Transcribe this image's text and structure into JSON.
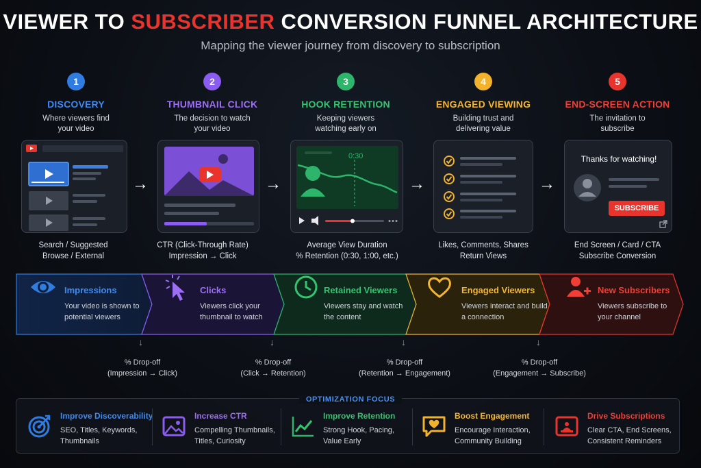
{
  "header": {
    "title_pre": "VIEWER TO ",
    "title_hl": "SUBSCRIBER",
    "title_post": " CONVERSION FUNNEL ARCHITECTURE",
    "subtitle": "Mapping the viewer journey from discovery to subscription"
  },
  "colors": {
    "blue": "#2f7de1",
    "purple": "#8a5cf0",
    "green": "#2db56b",
    "yellow": "#f2b22c",
    "red": "#e8342c"
  },
  "steps": [
    {
      "num": "1",
      "title": "DISCOVERY",
      "desc": "Where viewers find your video",
      "metric_line1": "Search / Suggested",
      "metric_line2": "Browse / External"
    },
    {
      "num": "2",
      "title": "THUMBNAIL CLICK",
      "desc": "The decision to watch your video",
      "metric_line1": "CTR (Click-Through Rate)",
      "metric_line2": "Impression → Click"
    },
    {
      "num": "3",
      "title": "HOOK RETENTION",
      "desc": "Keeping viewers watching early on",
      "metric_line1": "Average View Duration",
      "metric_line2": "% Retention (0:30, 1:00, etc.)"
    },
    {
      "num": "4",
      "title": "ENGAGED VIEWING",
      "desc": "Building trust and delivering value",
      "metric_line1": "Likes, Comments, Shares",
      "metric_line2": "Return Views"
    },
    {
      "num": "5",
      "title": "END-SCREEN ACTION",
      "desc": "The invitation to subscribe",
      "metric_line1": "End Screen / Card / CTA",
      "metric_line2": "Subscribe Conversion"
    }
  ],
  "mockups": {
    "retention_time": "0:30",
    "end_screen_text": "Thanks for watching!",
    "subscribe_label": "SUBSCRIBE"
  },
  "funnel": [
    {
      "title": "Impressions",
      "desc": "Your video is shown to potential viewers",
      "icon": "eye-icon"
    },
    {
      "title": "Clicks",
      "desc": "Viewers click your thumbnail to watch",
      "icon": "cursor-click-icon"
    },
    {
      "title": "Retained Viewers",
      "desc": "Viewers stay and watch the content",
      "icon": "clock-icon"
    },
    {
      "title": "Engaged Viewers",
      "desc": "Viewers interact and build a connection",
      "icon": "heart-icon"
    },
    {
      "title": "New Subscribers",
      "desc": "Viewers subscribe to your channel",
      "icon": "user-plus-icon"
    }
  ],
  "dropoffs": [
    {
      "label": "% Drop-off",
      "detail": "(Impression → Click)"
    },
    {
      "label": "% Drop-off",
      "detail": "(Click → Retention)"
    },
    {
      "label": "% Drop-off",
      "detail": "(Retention → Engagement)"
    },
    {
      "label": "% Drop-off",
      "detail": "(Engagement → Subscribe)"
    }
  ],
  "optimization": {
    "heading": "OPTIMIZATION FOCUS",
    "items": [
      {
        "title": "Improve Discoverability",
        "desc": "SEO, Titles, Keywords, Thumbnails",
        "icon": "target-icon"
      },
      {
        "title": "Increase CTR",
        "desc": "Compelling Thumbnails, Titles, Curiosity",
        "icon": "image-icon"
      },
      {
        "title": "Improve Retention",
        "desc": "Strong Hook, Pacing, Value Early",
        "icon": "line-chart-icon"
      },
      {
        "title": "Boost Engagement",
        "desc": "Encourage Interaction, Community Building",
        "icon": "chat-heart-icon"
      },
      {
        "title": "Drive Subscriptions",
        "desc": "Clear CTA, End Screens, Consistent Reminders",
        "icon": "subscribe-icon"
      }
    ]
  }
}
